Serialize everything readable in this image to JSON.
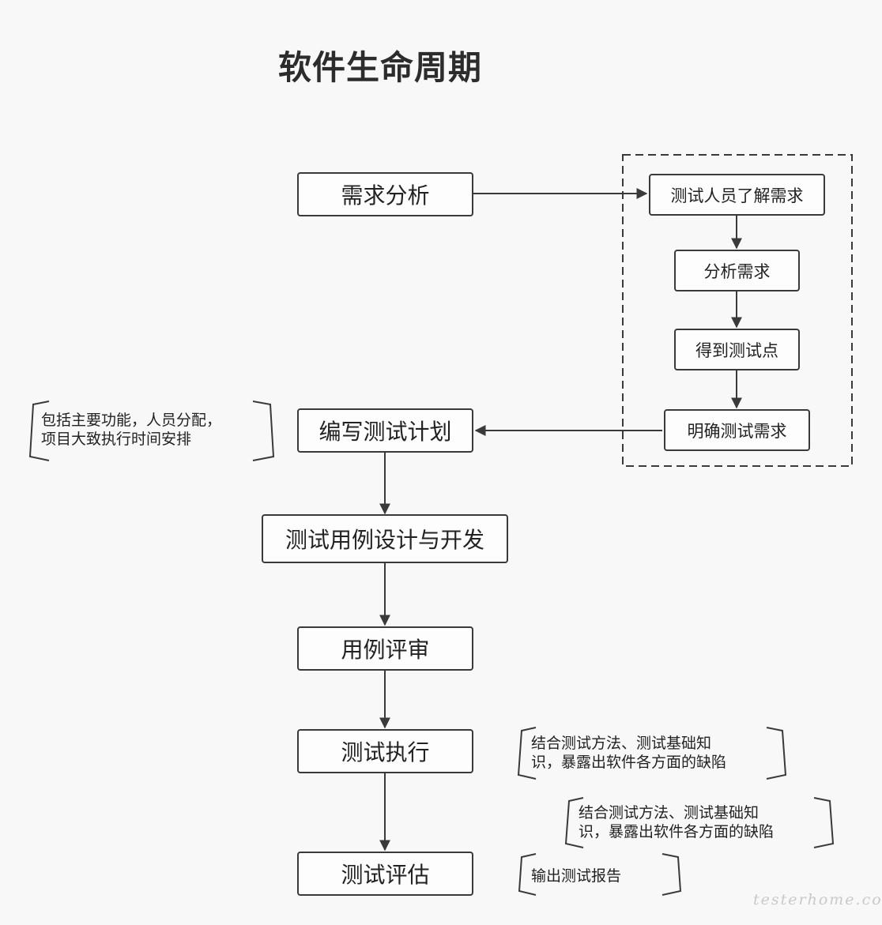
{
  "title": "软件生命周期",
  "steps": {
    "requirements": "需求分析",
    "test_plan": "编写测试计划",
    "case_design": "测试用例设计与开发",
    "case_review": "用例评审",
    "execution": "测试执行",
    "evaluation": "测试评估"
  },
  "sub_steps": {
    "understand": "测试人员了解需求",
    "analyze": "分析需求",
    "test_points": "得到测试点",
    "clarify": "明确测试需求"
  },
  "notes": {
    "plan": "包括主要功能，人员分配，\n项目大致执行时间安排",
    "execution": "结合测试方法、测试基础知\n识，暴露出软件各方面的缺陷",
    "execution_repeat": "结合测试方法、测试基础知\n识，暴露出软件各方面的缺陷",
    "evaluation": "输出测试报告"
  },
  "watermark": "testerhome.com"
}
